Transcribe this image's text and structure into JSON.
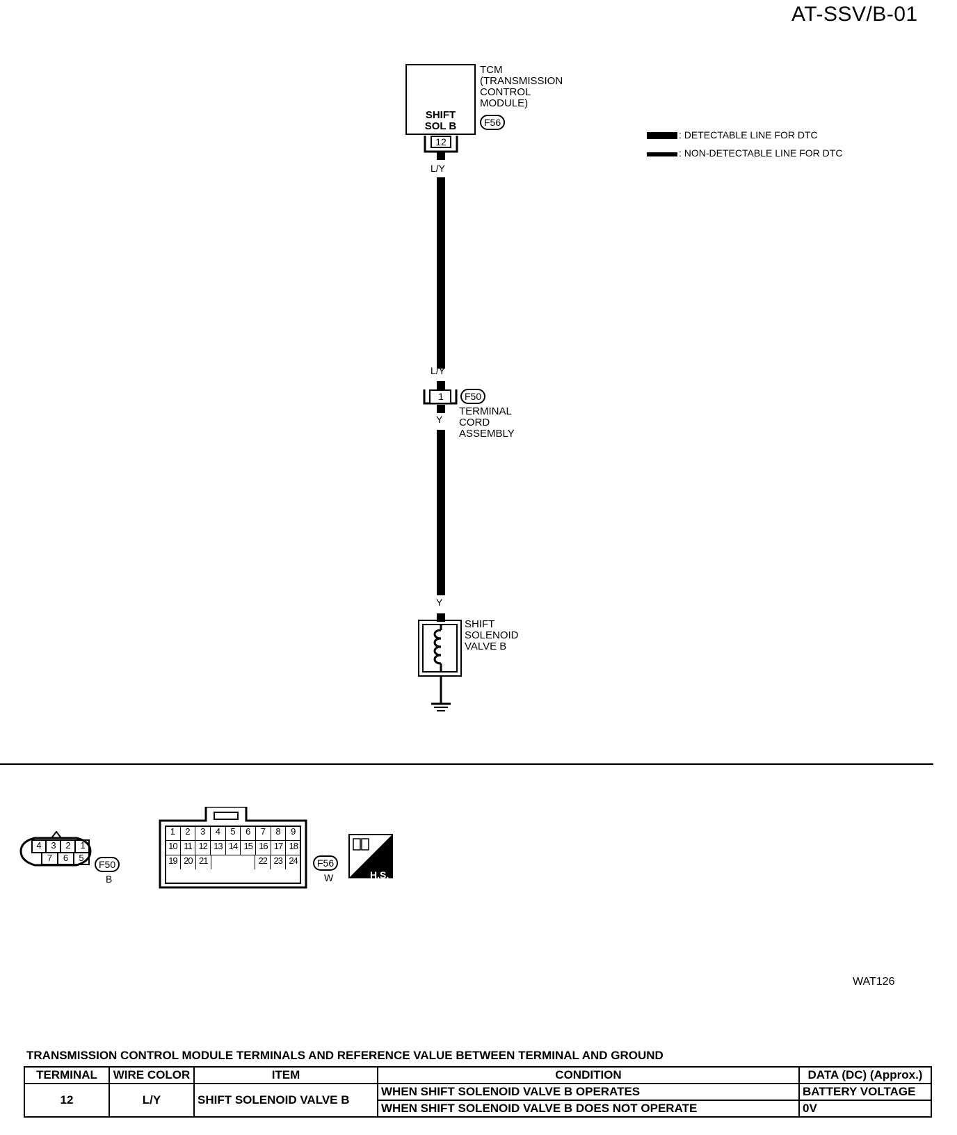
{
  "header": {
    "code": "AT-SSV/B-01"
  },
  "tcm": {
    "title": "TCM\n(TRANSMISSION\nCONTROL\nMODULE)",
    "connector": "F56",
    "terminal_label": "SHIFT\nSOL B",
    "terminal_number": "12"
  },
  "legend": {
    "detectable": ": DETECTABLE LINE FOR DTC",
    "non_detectable": ": NON-DETECTABLE LINE FOR DTC"
  },
  "wires": {
    "top_color_1": "L/Y",
    "top_color_2": "L/Y",
    "mid_color": "Y",
    "bottom_color": "Y"
  },
  "terminal_cord": {
    "connector": "F50",
    "pin": "1",
    "label": "TERMINAL\nCORD\nASSEMBLY"
  },
  "solenoid": {
    "label": "SHIFT\nSOLENOID\nVALVE B"
  },
  "connectors": {
    "f50": {
      "id": "F50",
      "color": "B",
      "pins_top": [
        "4",
        "3",
        "2",
        "1"
      ],
      "pins_bottom": [
        "7",
        "6",
        "5"
      ]
    },
    "f56": {
      "id": "F56",
      "color": "W",
      "row1": [
        "1",
        "2",
        "3",
        "4",
        "5",
        "6",
        "7",
        "8",
        "9"
      ],
      "row2": [
        "10",
        "11",
        "12",
        "13",
        "14",
        "15",
        "16",
        "17",
        "18"
      ],
      "row3a": [
        "19",
        "20",
        "21"
      ],
      "row3b": [
        "22",
        "23",
        "24"
      ]
    },
    "hs": "H.S."
  },
  "figure_id": "WAT126",
  "table": {
    "title": "TRANSMISSION CONTROL MODULE TERMINALS AND REFERENCE VALUE BETWEEN TERMINAL AND GROUND",
    "headers": [
      "TERMINAL",
      "WIRE COLOR",
      "ITEM",
      "CONDITION",
      "DATA (DC) (Approx.)"
    ],
    "terminal": "12",
    "wire_color": "L/Y",
    "item": "SHIFT SOLENOID VALVE B",
    "rows": [
      {
        "condition": "WHEN SHIFT SOLENOID VALVE B OPERATES",
        "data": "BATTERY VOLTAGE"
      },
      {
        "condition": "WHEN SHIFT SOLENOID VALVE B DOES NOT OPERATE",
        "data": "0V"
      }
    ]
  }
}
